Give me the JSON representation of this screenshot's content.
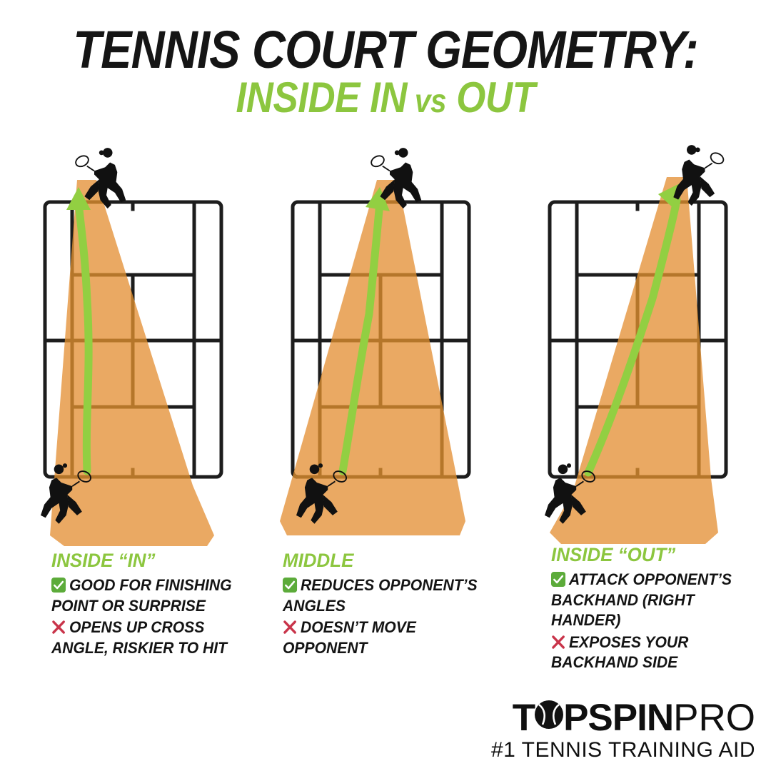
{
  "title": {
    "line1": "TENNIS COURT GEOMETRY:",
    "line2_a": "INSIDE IN",
    "line2_vs": "vs",
    "line2_b": "OUT"
  },
  "colors": {
    "green": "#8cc63f",
    "arrow_green": "#92cf42",
    "cone_orange": "#eaa963",
    "court_line": "#1d1d1d",
    "court_line_shaded": "#b5762a",
    "check_green": "#5cab3a",
    "cross_red": "#c9344a",
    "text_black": "#141414"
  },
  "columns": [
    {
      "heading": "INSIDE “IN”",
      "points": [
        {
          "mark": "check-icon",
          "text": "GOOD FOR FINISHING POINT OR SURPRISE"
        },
        {
          "mark": "cross-icon",
          "text": "OPENS UP CROSS ANGLE, RISKIER TO HIT"
        }
      ]
    },
    {
      "heading": "MIDDLE",
      "points": [
        {
          "mark": "check-icon",
          "text": "REDUCES OPPONENT’S ANGLES"
        },
        {
          "mark": "cross-icon",
          "text": "DOESN’T MOVE OPPONENT"
        }
      ]
    },
    {
      "heading": "INSIDE “OUT”",
      "points": [
        {
          "mark": "check-icon",
          "text": "ATTACK OPPONENT’S BACKHAND (RIGHT HANDER)"
        },
        {
          "mark": "cross-icon",
          "text": "EXPOSES YOUR BACKHAND SIDE"
        }
      ]
    }
  ],
  "diagrams": [
    {
      "name": "inside-in-court",
      "shot": "inside in",
      "cone_direction": "down-right",
      "arrow": "straight up the line"
    },
    {
      "name": "middle-court",
      "shot": "middle",
      "cone_direction": "symmetric",
      "arrow": "up the middle"
    },
    {
      "name": "inside-out-court",
      "shot": "inside out",
      "cone_direction": "down-left",
      "arrow": "diagonal to far corner"
    }
  ],
  "logo": {
    "brand_bold_a": "T",
    "brand_bold_b": "PSPIN",
    "brand_light": "PRO",
    "tagline": "#1 TENNIS TRAINING AID"
  }
}
